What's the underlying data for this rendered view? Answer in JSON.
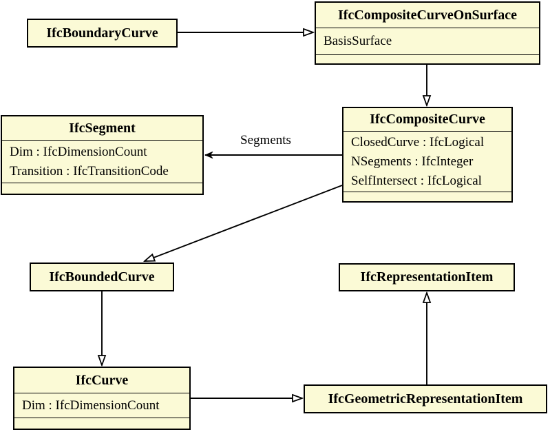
{
  "diagram": {
    "type": "uml-class-diagram",
    "colors": {
      "node_fill": "#FBFAD6",
      "node_border": "#000000",
      "background": "#FFFFFF",
      "text": "#000000"
    },
    "nodes": [
      {
        "id": "IfcBoundaryCurve",
        "title": "IfcBoundaryCurve",
        "attributes": []
      },
      {
        "id": "IfcCompositeCurveOnSurface",
        "title": "IfcCompositeCurveOnSurface",
        "attributes": [
          "BasisSurface"
        ]
      },
      {
        "id": "IfcSegment",
        "title": "IfcSegment",
        "attributes": [
          "Dim : IfcDimensionCount",
          "Transition : IfcTransitionCode"
        ]
      },
      {
        "id": "IfcCompositeCurve",
        "title": "IfcCompositeCurve",
        "attributes": [
          "ClosedCurve : IfcLogical",
          "NSegments : IfcInteger",
          "SelfIntersect : IfcLogical"
        ]
      },
      {
        "id": "IfcBoundedCurve",
        "title": "IfcBoundedCurve",
        "attributes": []
      },
      {
        "id": "IfcRepresentationItem",
        "title": "IfcRepresentationItem",
        "attributes": []
      },
      {
        "id": "IfcCurve",
        "title": "IfcCurve",
        "attributes": [
          "Dim : IfcDimensionCount"
        ]
      },
      {
        "id": "IfcGeometricRepresentationItem",
        "title": "IfcGeometricRepresentationItem",
        "attributes": []
      }
    ],
    "edges": [
      {
        "from": "IfcBoundaryCurve",
        "to": "IfcCompositeCurveOnSurface",
        "type": "generalization",
        "label": ""
      },
      {
        "from": "IfcCompositeCurveOnSurface",
        "to": "IfcCompositeCurve",
        "type": "generalization",
        "label": ""
      },
      {
        "from": "IfcCompositeCurve",
        "to": "IfcSegment",
        "type": "association",
        "label": "Segments"
      },
      {
        "from": "IfcCompositeCurve",
        "to": "IfcBoundedCurve",
        "type": "generalization",
        "label": ""
      },
      {
        "from": "IfcBoundedCurve",
        "to": "IfcCurve",
        "type": "generalization",
        "label": ""
      },
      {
        "from": "IfcCurve",
        "to": "IfcGeometricRepresentationItem",
        "type": "generalization",
        "label": ""
      },
      {
        "from": "IfcGeometricRepresentationItem",
        "to": "IfcRepresentationItem",
        "type": "generalization",
        "label": ""
      }
    ]
  }
}
